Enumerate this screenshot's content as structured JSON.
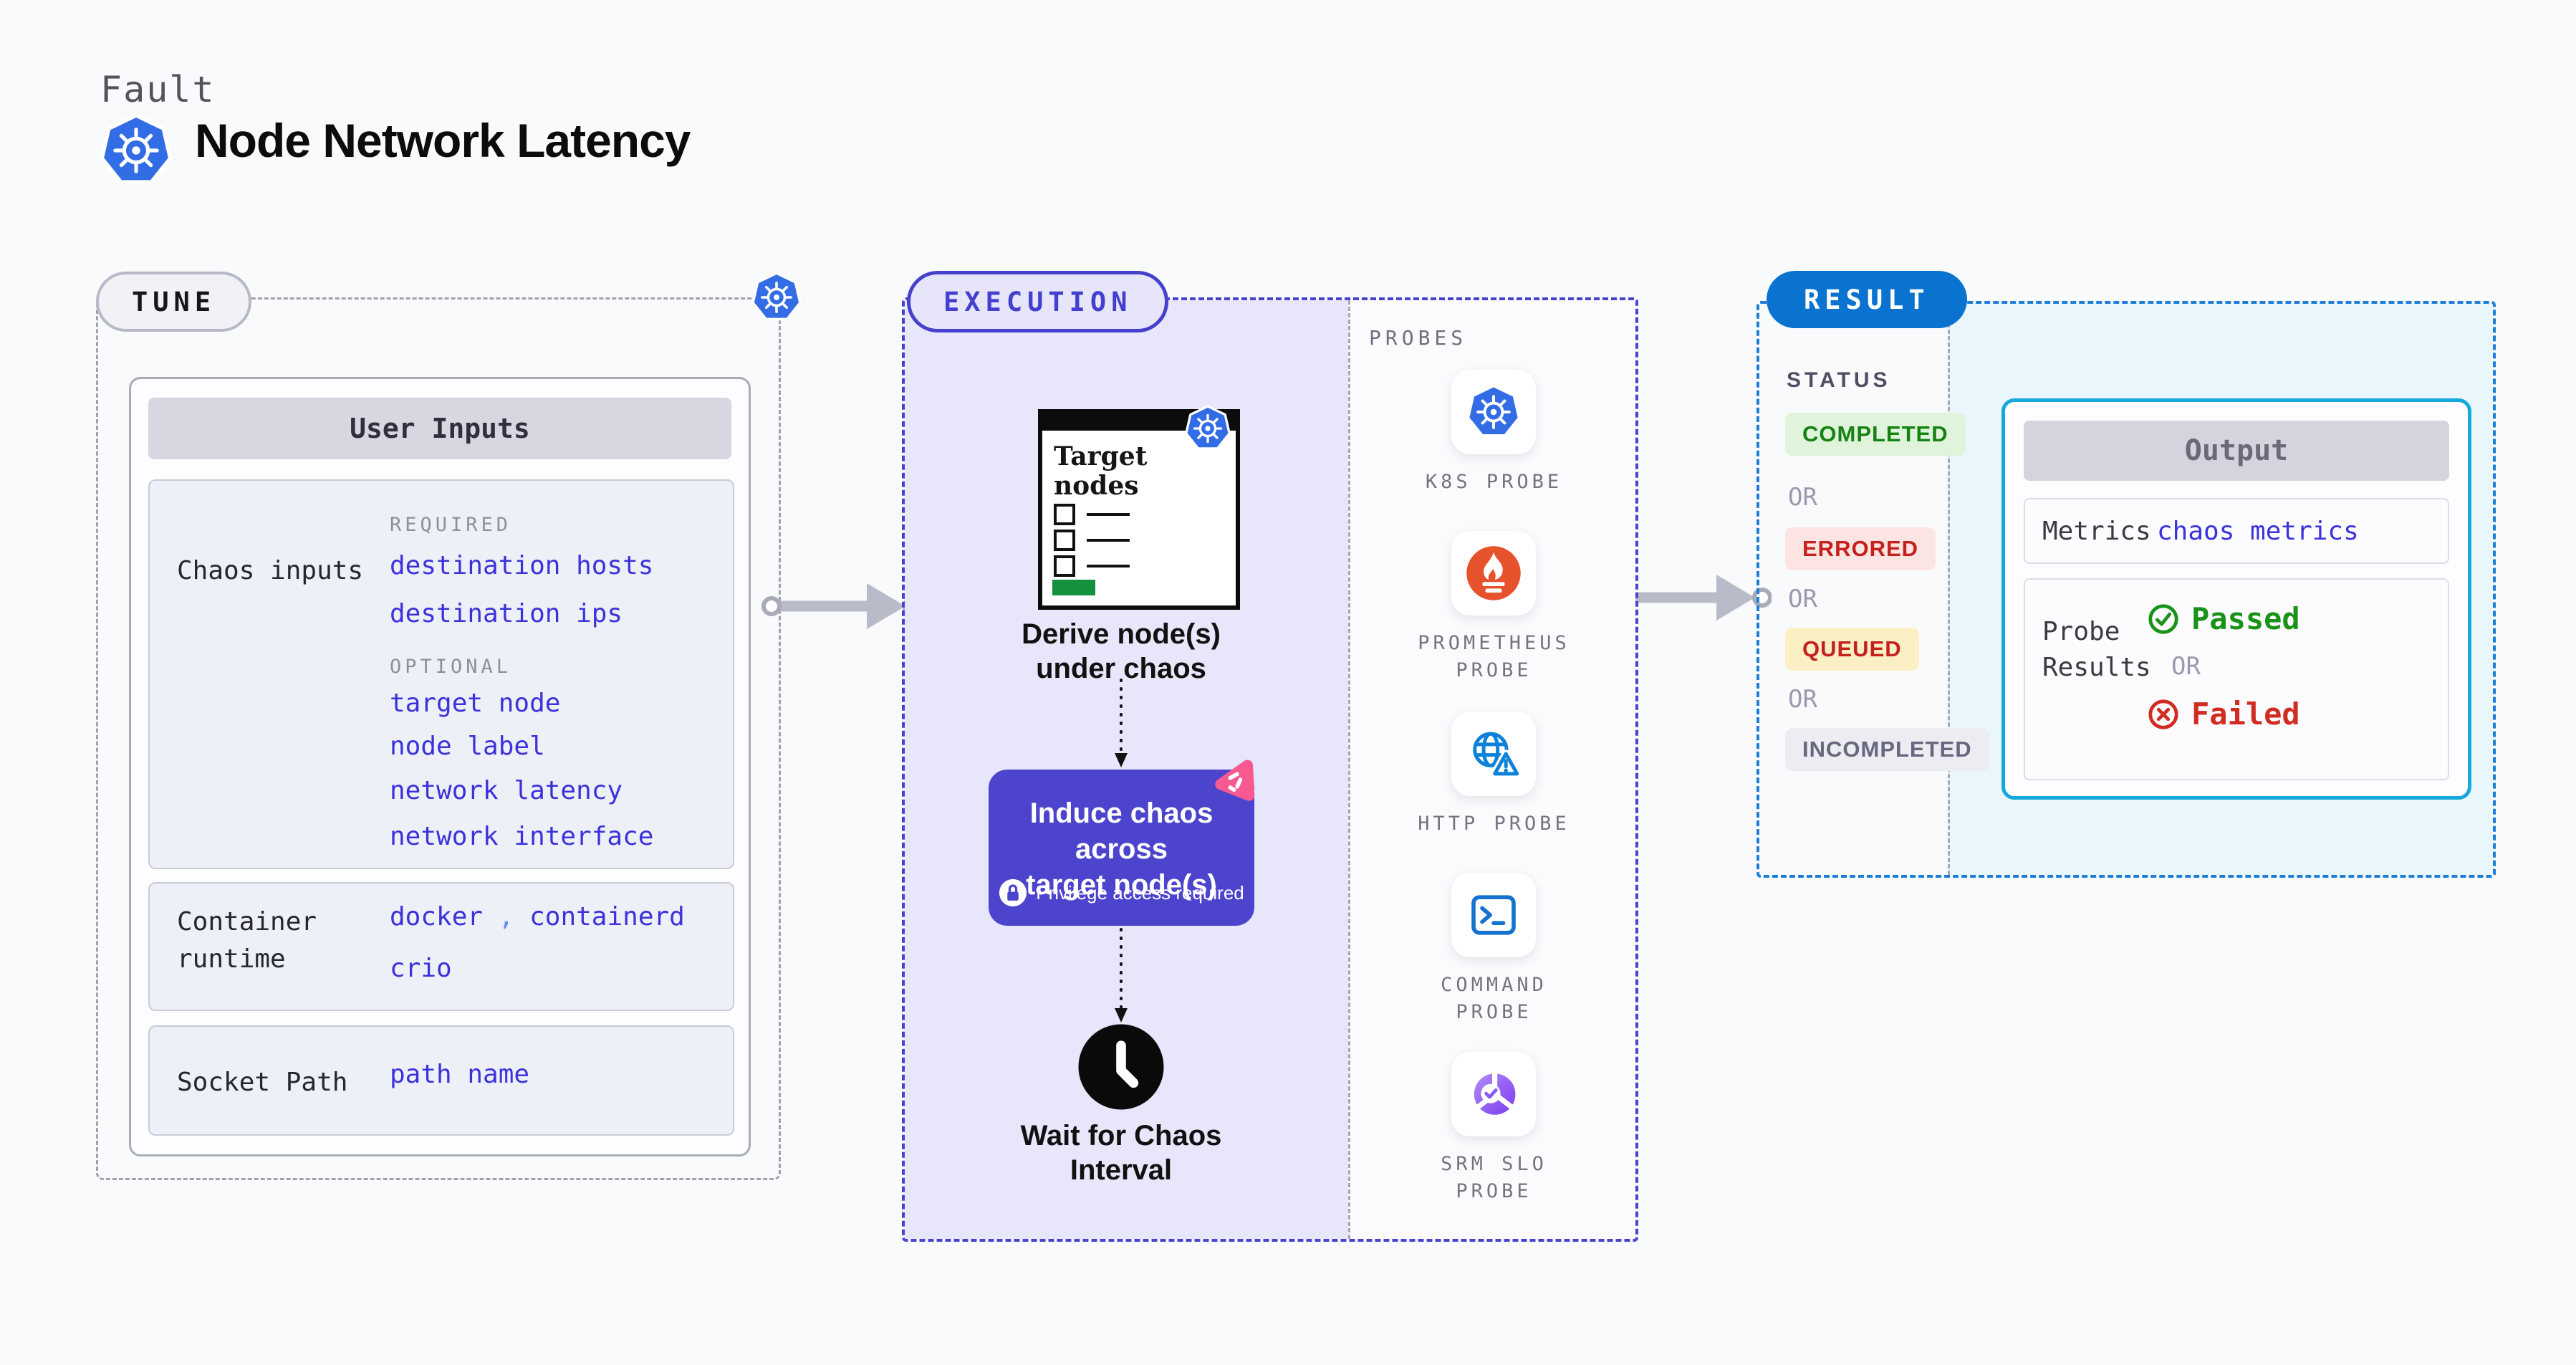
{
  "header": {
    "eyebrow": "Fault",
    "title": "Node Network Latency"
  },
  "colors": {
    "page_bg": "#f9fafc",
    "link_blue": "#3b32dc",
    "execution_accent": "#4641cd",
    "result_accent": "#0a73d0",
    "output_border": "#16a7db",
    "induce_bg": "#4c44cd",
    "success_green": "#168211",
    "error_red": "#c5211c",
    "kubernetes_blue": "#336de6",
    "prometheus_orange": "#e6522c",
    "target_green": "#15903c",
    "pink_accent": "#f65a90"
  },
  "tune": {
    "pill": "TUNE",
    "user_inputs": {
      "header": "User Inputs",
      "chaos_inputs": {
        "label": "Chaos inputs",
        "required_heading": "REQUIRED",
        "required_items": [
          "destination hosts",
          "destination ips"
        ],
        "optional_heading": "OPTIONAL",
        "optional_items": [
          "target node",
          "node label",
          "network latency",
          "network interface"
        ]
      },
      "container_runtime": {
        "label": "Container runtime",
        "values": [
          "docker",
          "containerd",
          "crio"
        ],
        "separator": ","
      },
      "socket_path": {
        "label": "Socket Path",
        "value": "path name"
      }
    }
  },
  "execution": {
    "pill": "EXECUTION",
    "target_nodes_title": "Target\nnodes",
    "derive_label": "Derive node(s)\nunder chaos",
    "induce_label": "Induce chaos across\ntarget node(s)",
    "privilege_note": "Privilege access required",
    "wait_label": "Wait for Chaos\nInterval",
    "probes": {
      "heading": "PROBES",
      "items": [
        {
          "label": "K8S PROBE",
          "icon": "kubernetes-icon"
        },
        {
          "label": "PROMETHEUS\nPROBE",
          "icon": "prometheus-icon"
        },
        {
          "label": "HTTP PROBE",
          "icon": "http-globe-warning-icon"
        },
        {
          "label": "COMMAND\nPROBE",
          "icon": "terminal-icon"
        },
        {
          "label": "SRM SLO\nPROBE",
          "icon": "slo-donut-check-icon"
        }
      ]
    }
  },
  "result": {
    "pill": "RESULT",
    "status_heading": "STATUS",
    "or_label": "OR",
    "badges": [
      {
        "text": "COMPLETED",
        "kind": "success"
      },
      {
        "text": "ERRORED",
        "kind": "error"
      },
      {
        "text": "QUEUED",
        "kind": "warning"
      },
      {
        "text": "INCOMPLETED",
        "kind": "muted"
      }
    ],
    "output": {
      "header": "Output",
      "metrics_label": "Metrics",
      "metrics_value": "chaos metrics",
      "probe_results_label": "Probe\nResults",
      "passed_label": "Passed",
      "or_label": "OR",
      "failed_label": "Failed"
    }
  }
}
